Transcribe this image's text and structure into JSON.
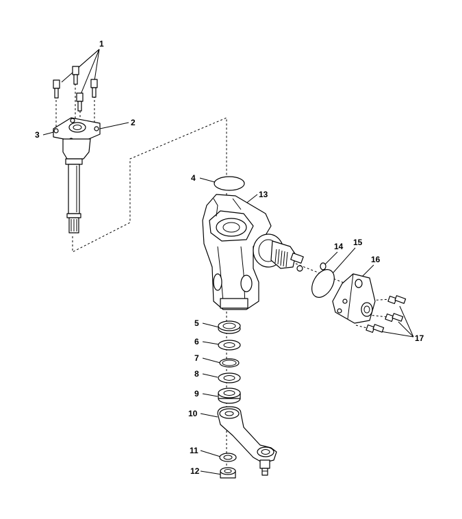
{
  "diagram": {
    "callouts": [
      {
        "id": "1",
        "label": "1"
      },
      {
        "id": "2",
        "label": "2"
      },
      {
        "id": "3",
        "label": "3"
      },
      {
        "id": "4",
        "label": "4"
      },
      {
        "id": "5",
        "label": "5"
      },
      {
        "id": "6",
        "label": "6"
      },
      {
        "id": "7",
        "label": "7"
      },
      {
        "id": "8",
        "label": "8"
      },
      {
        "id": "9",
        "label": "9"
      },
      {
        "id": "10",
        "label": "10"
      },
      {
        "id": "11",
        "label": "11"
      },
      {
        "id": "12",
        "label": "12"
      },
      {
        "id": "13",
        "label": "13"
      },
      {
        "id": "14",
        "label": "14"
      },
      {
        "id": "15",
        "label": "15"
      },
      {
        "id": "16",
        "label": "16"
      },
      {
        "id": "17",
        "label": "17"
      }
    ],
    "colors": {
      "line": "#000000",
      "background": "#ffffff",
      "shade": "#dddddd"
    }
  }
}
